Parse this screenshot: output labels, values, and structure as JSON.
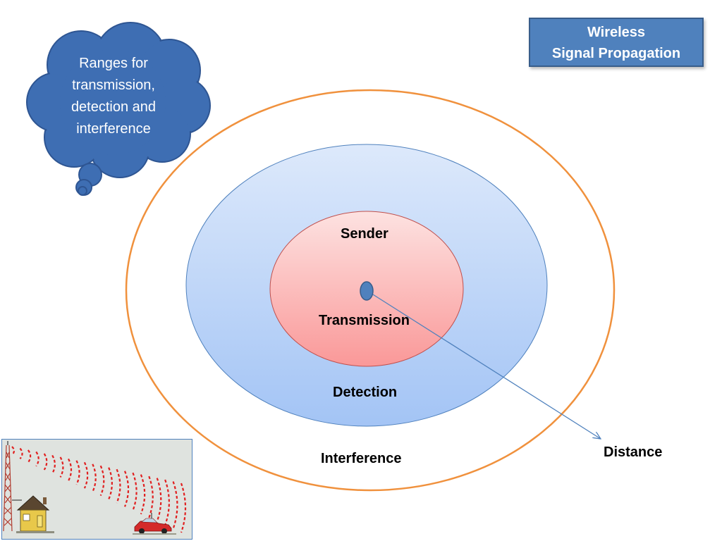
{
  "title": {
    "line1": "Wireless",
    "line2": "Signal Propagation"
  },
  "thought_bubble": {
    "lines": [
      "Ranges for",
      "transmission,",
      "detection and",
      "interference"
    ]
  },
  "labels": {
    "sender": "Sender",
    "transmission": "Transmission",
    "detection": "Detection",
    "interference": "Interference",
    "distance": "Distance"
  },
  "colors": {
    "title_fill": "#4f81bd",
    "bubble_fill": "#4f81bd",
    "interference_ring": "#f0913d",
    "detection_fill_top": "#dde9fb",
    "detection_fill_bottom": "#a3c4f5",
    "transmission_fill_top": "#fde0df",
    "transmission_fill_bottom": "#fa9a9a",
    "sender_dot": "#4f81bd"
  },
  "illustration": {
    "icons": [
      "radio-tower-icon",
      "house-icon",
      "car-icon",
      "radio-waves-icon"
    ]
  }
}
